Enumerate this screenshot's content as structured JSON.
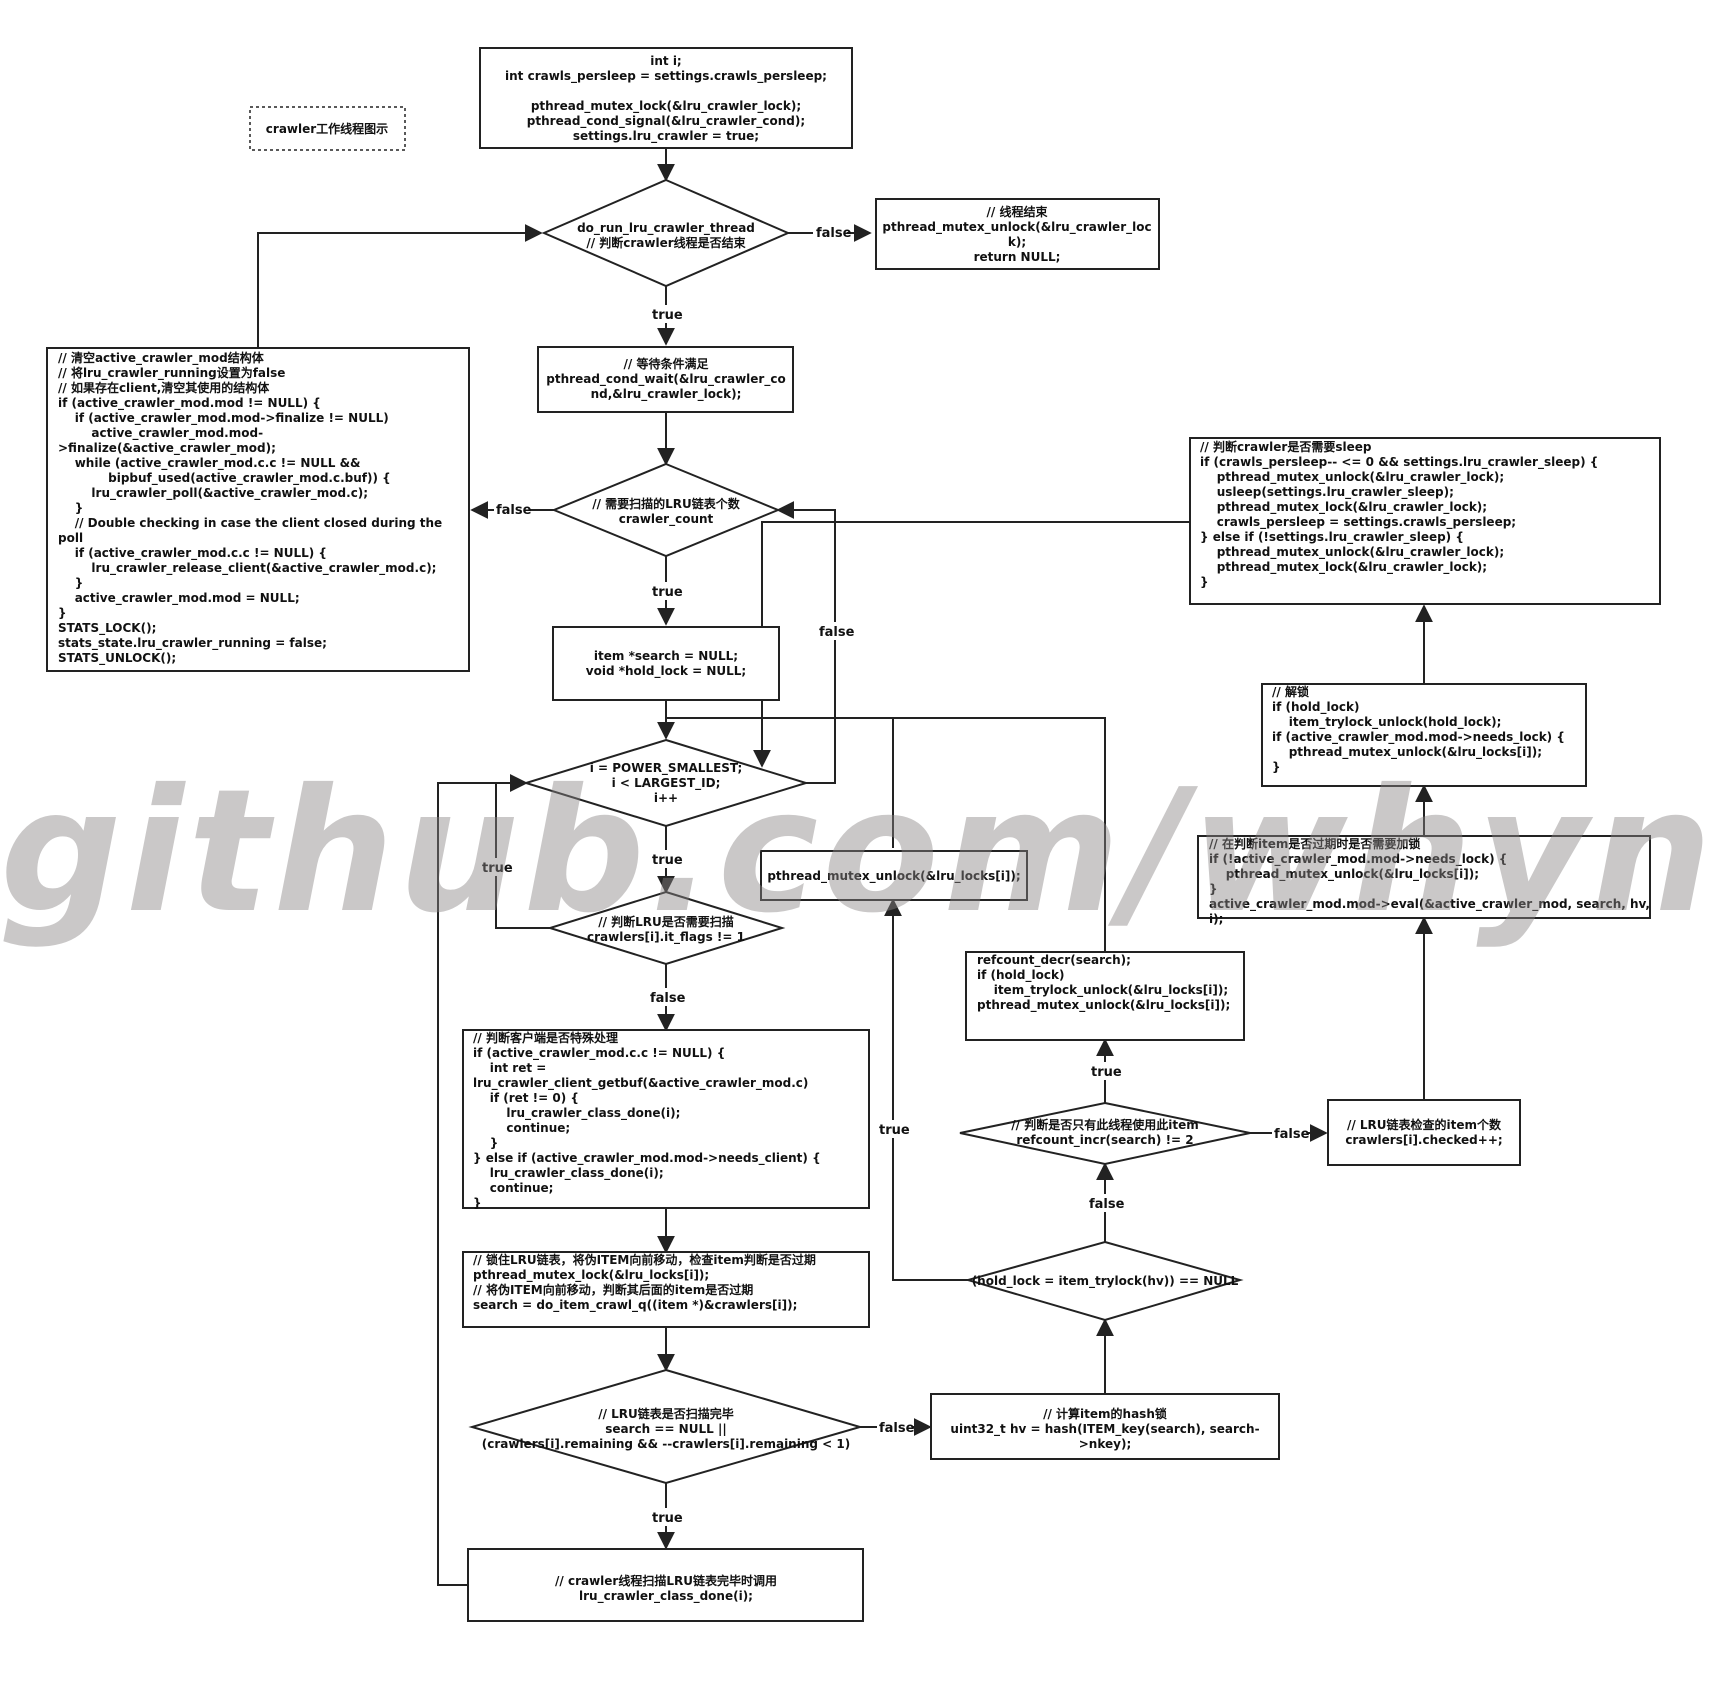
{
  "title": "crawler工作线程图示",
  "watermark": "github.com/whynotAC",
  "nodes": {
    "init": [
      "int i;",
      "int crawls_persleep = settings.crawls_persleep;",
      "",
      "pthread_mutex_lock(&lru_crawler_lock);",
      "pthread_cond_signal(&lru_crawler_cond);",
      "settings.lru_crawler = true;"
    ],
    "loop_check": [
      "do_run_lru_crawler_thread",
      "// 判断crawler线程是否结束"
    ],
    "thread_end": [
      "// 线程结束",
      "pthread_mutex_unlock(&lru_crawler_loc",
      "k);",
      "return NULL;"
    ],
    "cond_wait": [
      "// 等待条件满足",
      "pthread_cond_wait(&lru_crawler_co",
      "nd,&lru_crawler_lock);"
    ],
    "cleanup": [
      "// 清空active_crawler_mod结构体",
      "// 将lru_crawler_running设置为false",
      "// 如果存在client,清空其使用的结构体",
      "if (active_crawler_mod.mod != NULL) {",
      "    if (active_crawler_mod.mod->finalize != NULL)",
      "        active_crawler_mod.mod-",
      ">finalize(&active_crawler_mod);",
      "    while (active_crawler_mod.c.c != NULL &&",
      "            bipbuf_used(active_crawler_mod.c.buf)) {",
      "        lru_crawler_poll(&active_crawler_mod.c);",
      "    }",
      "    // Double checking in case the client closed during the",
      "poll",
      "    if (active_crawler_mod.c.c != NULL) {",
      "        lru_crawler_release_client(&active_crawler_mod.c);",
      "    }",
      "    active_crawler_mod.mod = NULL;",
      "}",
      "STATS_LOCK();",
      "stats_state.lru_crawler_running = false;",
      "STATS_UNLOCK();"
    ],
    "crawler_count": [
      "// 需要扫描的LRU链表个数",
      "crawler_count"
    ],
    "sleep_box": [
      "// 判断crawler是否需要sleep",
      "if (crawls_persleep-- <= 0 && settings.lru_crawler_sleep) {",
      "    pthread_mutex_unlock(&lru_crawler_lock);",
      "    usleep(settings.lru_crawler_sleep);",
      "    pthread_mutex_lock(&lru_crawler_lock);",
      "    crawls_persleep = settings.crawls_persleep;",
      "} else if (!settings.lru_crawler_sleep) {",
      "    pthread_mutex_unlock(&lru_crawler_lock);",
      "    pthread_mutex_lock(&lru_crawler_lock);",
      "}"
    ],
    "init_vars": [
      "item *search = NULL;",
      "void *hold_lock = NULL;"
    ],
    "for_loop": [
      "i = POWER_SMALLEST;",
      "i < LARGEST_ID;",
      "i++"
    ],
    "unlock_box": [
      "// 解锁",
      "if (hold_lock)",
      "    item_trylock_unlock(hold_lock);",
      "if (active_crawler_mod.mod->needs_lock) {",
      "    pthread_mutex_unlock(&lru_locks[i]);",
      "}"
    ],
    "mutex_unlock_i": [
      "pthread_mutex_unlock(&lru_locks[i]);"
    ],
    "eval_box": [
      "// 在判断item是否过期时是否需要加锁",
      "if (!active_crawler_mod.mod->needs_lock) {",
      "    pthread_mutex_unlock(&lru_locks[i]);",
      "}",
      "active_crawler_mod.mod->eval(&active_crawler_mod, search, hv,",
      "i);"
    ],
    "it_flags": [
      "// 判断LRU是否需要扫描",
      "crawlers[i].it_flags != 1"
    ],
    "refcount_decr": [
      "refcount_decr(search);",
      "if (hold_lock)",
      "    item_trylock_unlock(&lru_locks[i]);",
      "pthread_mutex_unlock(&lru_locks[i]);"
    ],
    "client_box": [
      "// 判断客户端是否特殊处理",
      "if (active_crawler_mod.c.c != NULL) {",
      "    int ret =",
      "lru_crawler_client_getbuf(&active_crawler_mod.c)",
      "    if (ret != 0) {",
      "        lru_crawler_class_done(i);",
      "        continue;",
      "    }",
      "} else if (active_crawler_mod.mod->needs_client) {",
      "    lru_crawler_class_done(i);",
      "    continue;",
      "}"
    ],
    "refcount_incr": [
      "// 判断是否只有此线程使用此item",
      "refcount_incr(search) != 2"
    ],
    "checked_box": [
      "// LRU链表检查的item个数",
      "crawlers[i].checked++;"
    ],
    "crawl_box": [
      "// 锁住LRU链表，将伪ITEM向前移动，检查item判断是否过期",
      "pthread_mutex_lock(&lru_locks[i]);",
      "// 将伪ITEM向前移动，判断其后面的item是否过期",
      "search = do_item_crawl_q((item *)&crawlers[i]);"
    ],
    "trylock": [
      "(hold_lock = item_trylock(hv)) == NULL"
    ],
    "scan_done": [
      "// LRU链表是否扫描完毕",
      "search == NULL ||",
      "(crawlers[i].remaining && --crawlers[i].remaining < 1)"
    ],
    "hash_box": [
      "// 计算item的hash锁",
      "uint32_t hv = hash(ITEM_key(search), search-",
      ">nkey);"
    ],
    "class_done": [
      "// crawler线程扫描LRU链表完毕时调用",
      "lru_crawler_class_done(i);"
    ]
  },
  "edge_labels": {
    "loop_false": "false",
    "loop_true": "true",
    "count_false": "false",
    "count_true": "true",
    "for_false": "false",
    "for_true": "true",
    "flags_true": "true",
    "flags_false": "false",
    "scan_true": "true",
    "scan_false": "false",
    "trylock_true": "true",
    "trylock_false": "false",
    "incr_true": "true",
    "incr_false": "false"
  }
}
